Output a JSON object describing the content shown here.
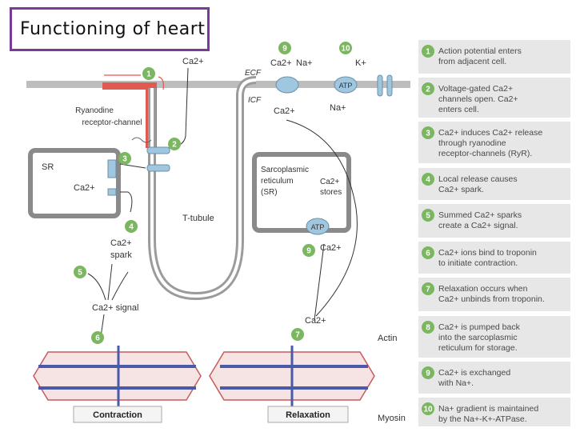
{
  "title": "Functioning of heart",
  "diagram": {
    "ca_top": "Ca2+",
    "ecf": "ECF",
    "icf": "ICF",
    "ca_ecf_top": "Ca2+",
    "na_top": "Na+",
    "k_top": "K+",
    "ca_icf": "Ca2+",
    "na_icf": "Na+",
    "atp_pump": "ATP",
    "ryanodine_line1": "Ryanodine",
    "ryanodine_line2": "receptor-channel",
    "sr_label": "SR",
    "ca_sr": "Ca2+",
    "sarco_line1": "Sarcoplasmic",
    "sarco_line2": "reticulum",
    "sarco_line3": "(SR)",
    "ca_stores_1": "Ca2+",
    "ca_stores_2": "stores",
    "atp_sr": "ATP",
    "ttubule": "T-tubule",
    "ca_spark_1": "Ca2+",
    "ca_spark_2": "spark",
    "ca_signal": "Ca2+ signal",
    "ca_step9": "Ca2+",
    "ca_step7": "Ca2+",
    "actin": "Actin",
    "myosin": "Myosin",
    "contraction": "Contraction",
    "relaxation": "Relaxation"
  },
  "steps": [
    {
      "num": "1",
      "line1": "Action potential enters",
      "line2": "from adjacent cell."
    },
    {
      "num": "2",
      "line1": "Voltage-gated Ca2+",
      "line2": "channels open. Ca2+",
      "line3": "enters cell."
    },
    {
      "num": "3",
      "line1": "Ca2+ induces Ca2+ release",
      "line2": "through ryanodine",
      "line3": "receptor-channels (RyR)."
    },
    {
      "num": "4",
      "line1": "Local release causes",
      "line2": "Ca2+ spark."
    },
    {
      "num": "5",
      "line1": "Summed Ca2+ sparks",
      "line2": "create a Ca2+ signal."
    },
    {
      "num": "6",
      "line1": "Ca2+ ions bind to troponin",
      "line2": "to initiate contraction."
    },
    {
      "num": "7",
      "line1": "Relaxation occurs when",
      "line2": "Ca2+ unbinds from troponin."
    },
    {
      "num": "8",
      "line1": "Ca2+ is pumped back",
      "line2": "into the sarcoplasmic",
      "line3": "reticulum for storage."
    },
    {
      "num": "9",
      "line1": "Ca2+ is exchanged",
      "line2": "with Na+."
    },
    {
      "num": "10",
      "line1": "Na+ gradient is maintained",
      "line2": "by the Na+-K+-ATPase."
    }
  ],
  "diagram_markers": [
    "1",
    "2",
    "3",
    "4",
    "5",
    "6",
    "7",
    "9",
    "9",
    "10"
  ],
  "colors": {
    "accent_step": "#7bb661",
    "membrane": "#b9b9b9",
    "tubule": "#9a9a9a",
    "highlight": "#e05a4f",
    "actin": "#c95a5a",
    "myosin": "#4a5aa8",
    "legend_bg": "#e7e7e7"
  }
}
